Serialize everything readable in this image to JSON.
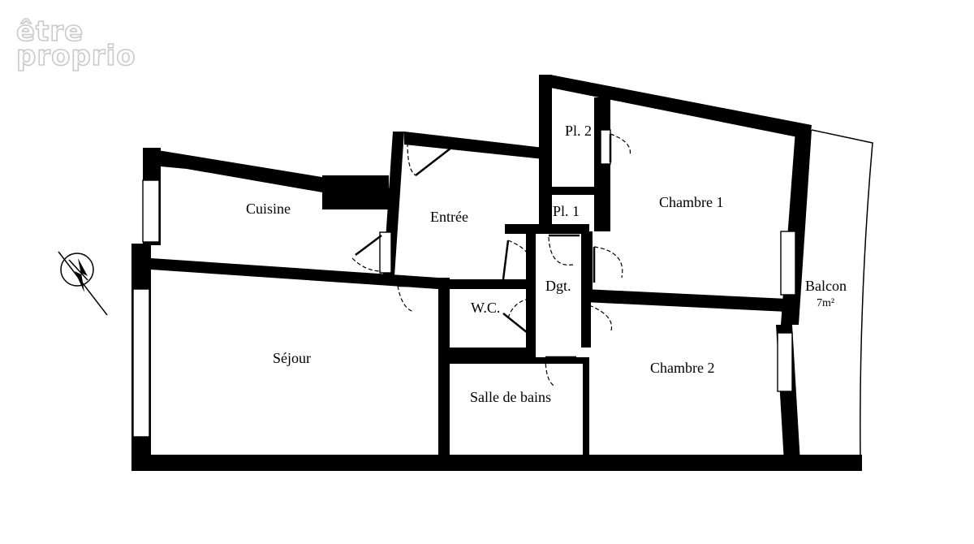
{
  "logo": {
    "line1": "être",
    "line2": "proprio"
  },
  "rooms": {
    "cuisine": "Cuisine",
    "entree": "Entrée",
    "pl2": "Pl. 2",
    "pl1": "Pl. 1",
    "chambre1": "Chambre 1",
    "balcon": "Balcon",
    "balcon_area": "7m²",
    "dgt": "Dgt.",
    "wc": "W.C.",
    "sejour": "Séjour",
    "salle_de_bains": "Salle de bains",
    "chambre2": "Chambre 2"
  },
  "icons": {
    "north_arrow": "compass-north-arrow-icon"
  }
}
